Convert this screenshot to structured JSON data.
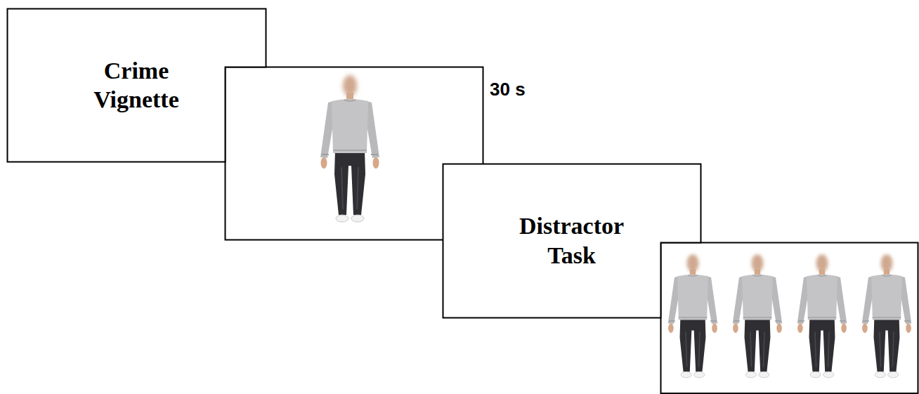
{
  "diagram": {
    "nodes": [
      {
        "text": [
          "Crime Vignette"
        ]
      },
      {
        "text": [
          "Distractor Task"
        ]
      }
    ],
    "labels": [
      "30 s"
    ]
  }
}
